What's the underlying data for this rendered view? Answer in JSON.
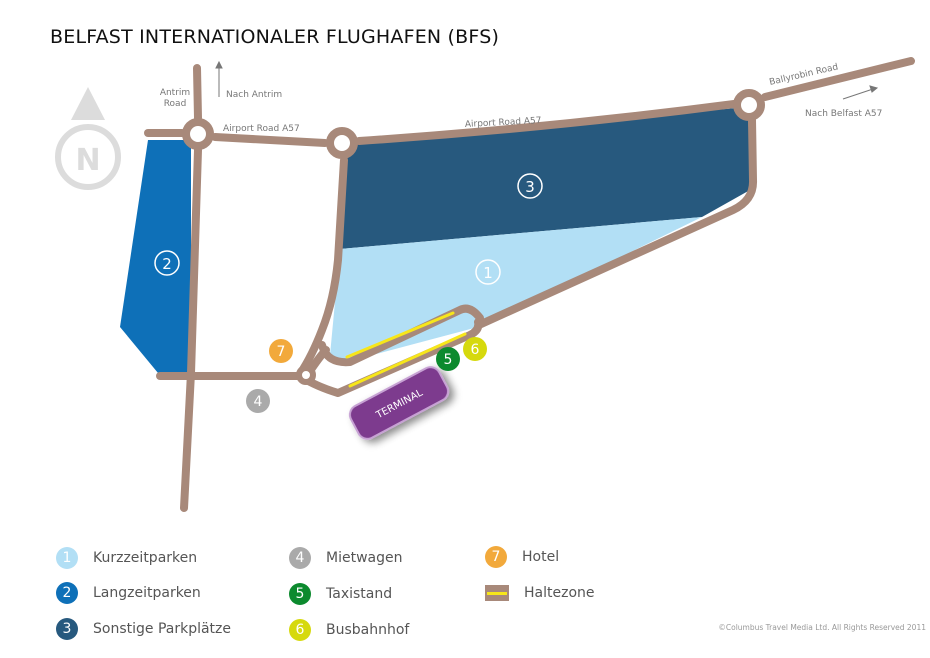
{
  "title": "BELFAST INTERNATIONALER FLUGHAFEN (BFS)",
  "map": {
    "roads": {
      "antrim_road": [
        "Antrim",
        "Road"
      ],
      "nach_antrim": "Nach Antrim",
      "airport_road_left": "Airport Road  A57",
      "airport_road_right": "Airport Road  A57",
      "ballyrobin_road": "Ballyrobin Road",
      "nach_belfast": "Nach Belfast A57"
    },
    "compass": "N",
    "terminal": "TERMINAL",
    "zones": {
      "z1": "1",
      "z2": "2",
      "z3": "3"
    },
    "markers": {
      "m4": "4",
      "m5": "5",
      "m6": "6",
      "m7": "7"
    },
    "colors": {
      "road": "#a8897a",
      "zone1": "#b2dff5",
      "zone2": "#0e70b8",
      "zone3": "#27597e",
      "terminal": "#7d3a8e",
      "halt": "#f7e61a"
    }
  },
  "legend": [
    {
      "num": "1",
      "label": "Kurzzeitparken",
      "color": "#b2dff5",
      "icon": "circle"
    },
    {
      "num": "2",
      "label": "Langzeitparken",
      "color": "#0e70b8",
      "icon": "circle"
    },
    {
      "num": "3",
      "label": "Sonstige Parkplätze",
      "color": "#27597e",
      "icon": "circle"
    },
    {
      "num": "4",
      "label": "Mietwagen",
      "color": "#aaaaaa",
      "icon": "circle"
    },
    {
      "num": "5",
      "label": "Taxistand",
      "color": "#0c8a2e",
      "icon": "circle"
    },
    {
      "num": "6",
      "label": "Busbahnhof",
      "color": "#d6d90d",
      "icon": "circle"
    },
    {
      "num": "7",
      "label": "Hotel",
      "color": "#f2a93b",
      "icon": "circle"
    },
    {
      "num": "",
      "label": "Haltezone",
      "color": "#a8897a",
      "icon": "halt-swatch"
    }
  ],
  "copyright": "©Columbus Travel Media Ltd. All Rights Reserved 2011"
}
